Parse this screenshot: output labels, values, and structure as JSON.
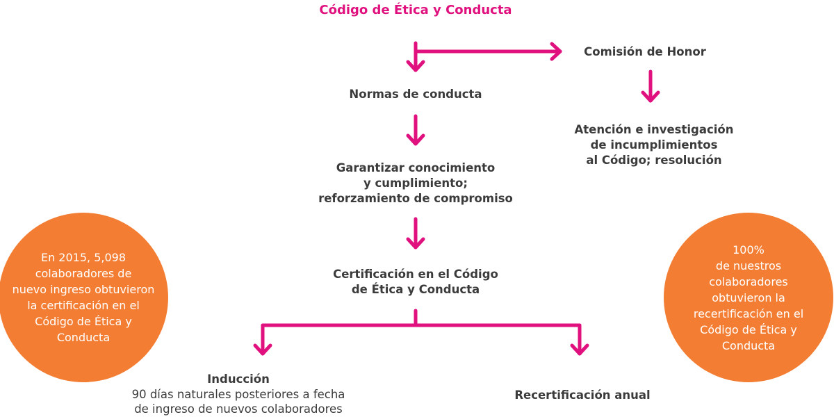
{
  "diagram": {
    "title": "Código de Ética y Conducta",
    "commission": "Comisión de Honor",
    "norms": "Normas de conducta",
    "attention": [
      "Atención e investigación",
      "de incumplimientos",
      "al Código; resolución"
    ],
    "guarantee": [
      "Garantizar conocimiento",
      "y cumplimiento;",
      "reforzamiento de compromiso"
    ],
    "certification": [
      "Certificación en el Código",
      "de Ética y Conducta"
    ],
    "induction": {
      "heading": "Inducción",
      "body": [
        "90 días naturales posteriores a fecha",
        "de ingreso de nuevos colaboradores"
      ]
    },
    "recertification": "Recertificación anual"
  },
  "callouts": {
    "left": [
      "En 2015, 5,098",
      "colaboradores de",
      "nuevo ingreso obtuvieron",
      "la certificación en el",
      "Código de Ética y",
      "Conducta"
    ],
    "right": [
      "100%",
      "de nuestros",
      "colaboradores",
      "obtuvieron la",
      "recertificación en el",
      "Código de Ética y",
      "Conducta"
    ]
  },
  "colors": {
    "accent": "#e0107e",
    "circle": "#f37e33",
    "text": "#3b3b3b"
  }
}
